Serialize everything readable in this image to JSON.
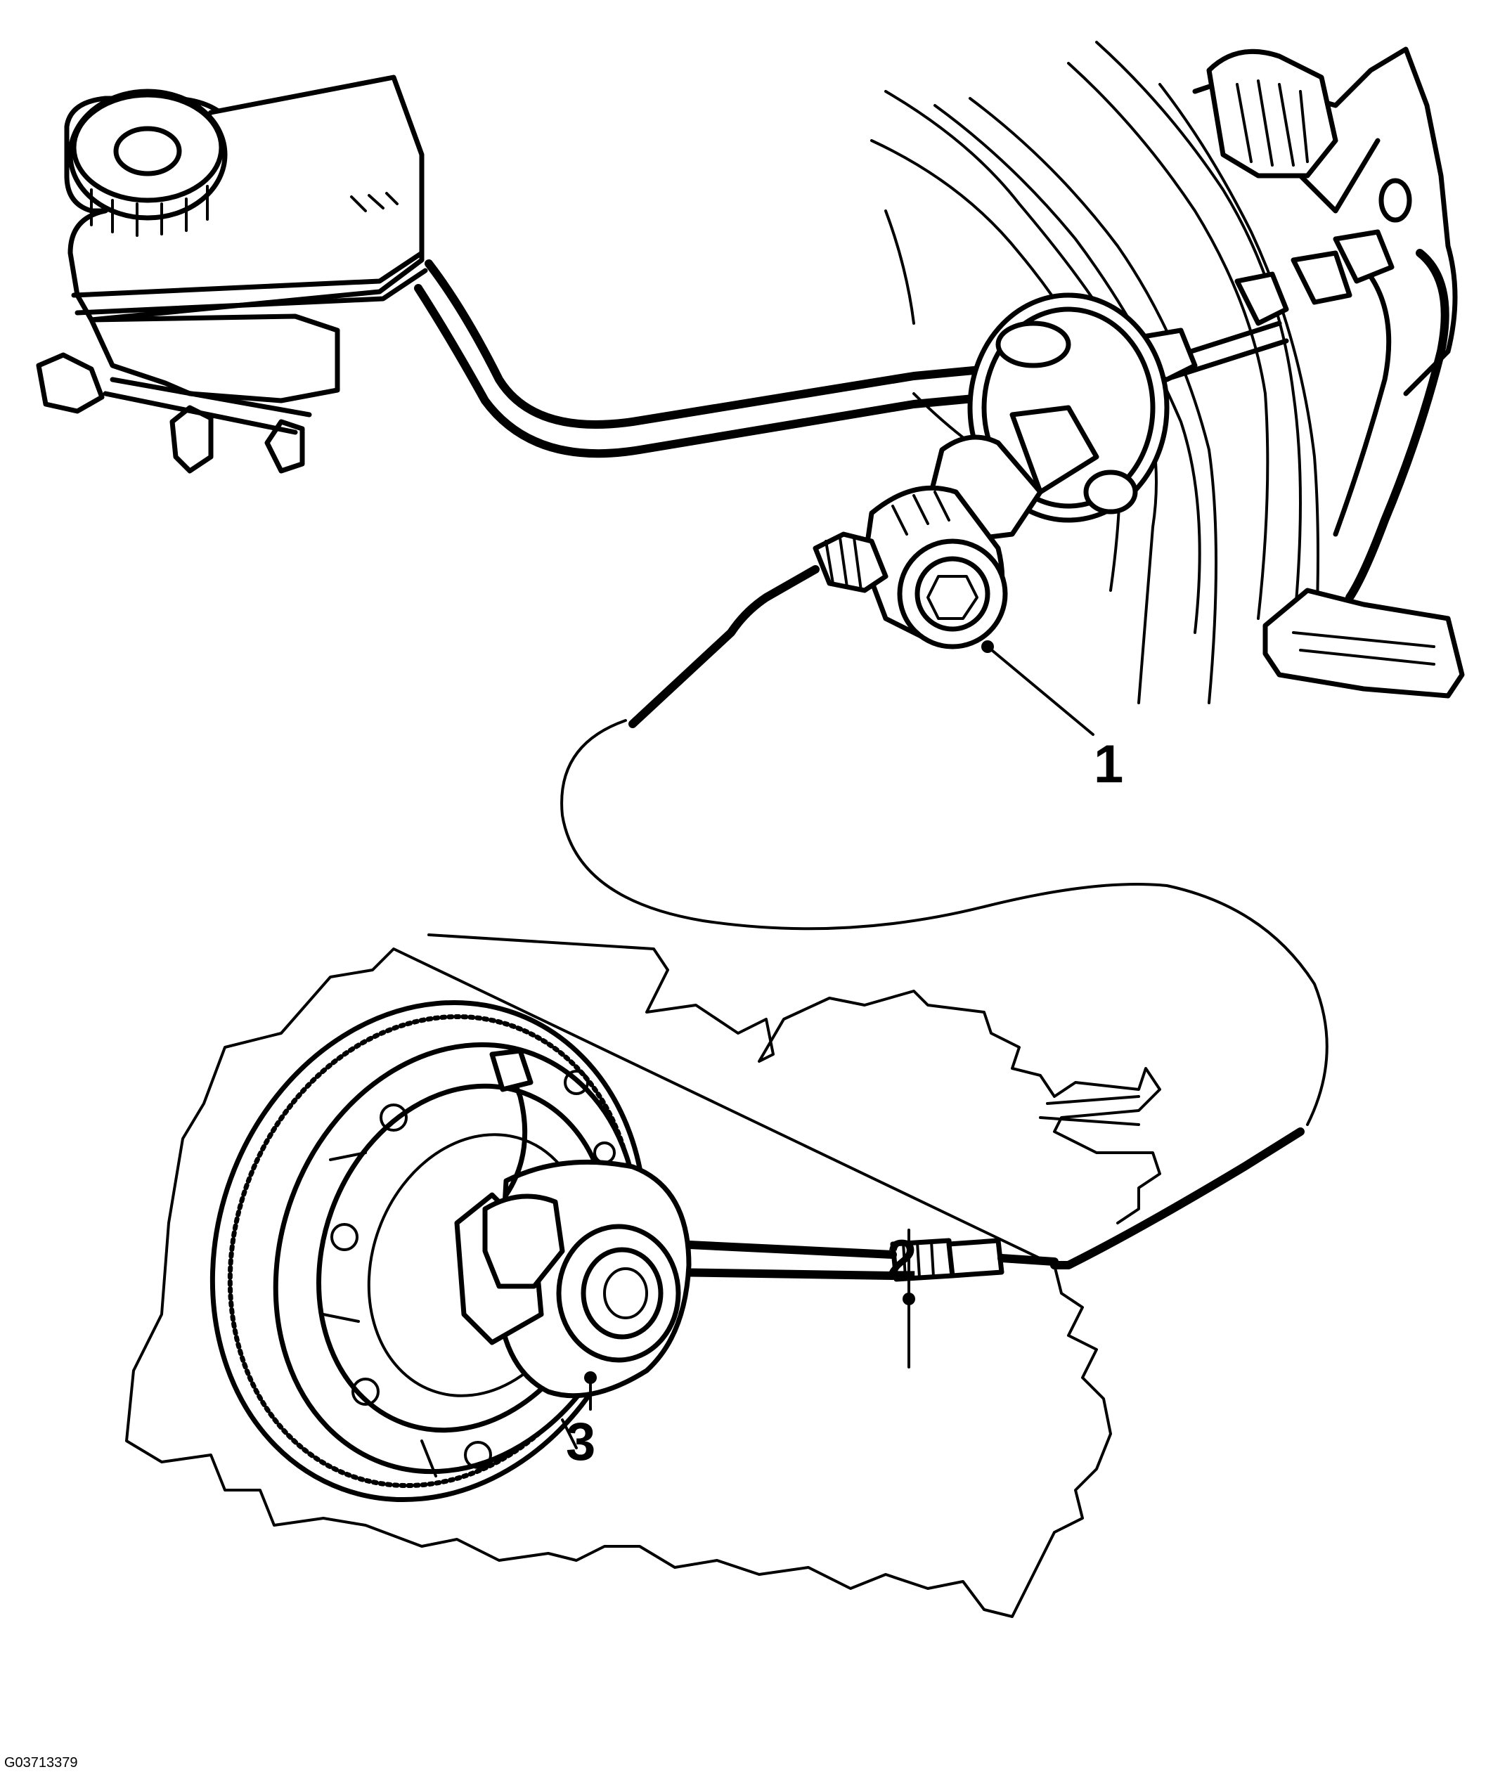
{
  "figure": {
    "id_code": "G03713379",
    "callouts": [
      {
        "label": "1",
        "target": "clutch-master-cylinder"
      },
      {
        "label": "2",
        "target": "hydraulic-line-connector"
      },
      {
        "label": "3",
        "target": "slave-cylinder-release-bearing"
      }
    ]
  },
  "colors": {
    "line": "#000000",
    "background": "#ffffff"
  }
}
